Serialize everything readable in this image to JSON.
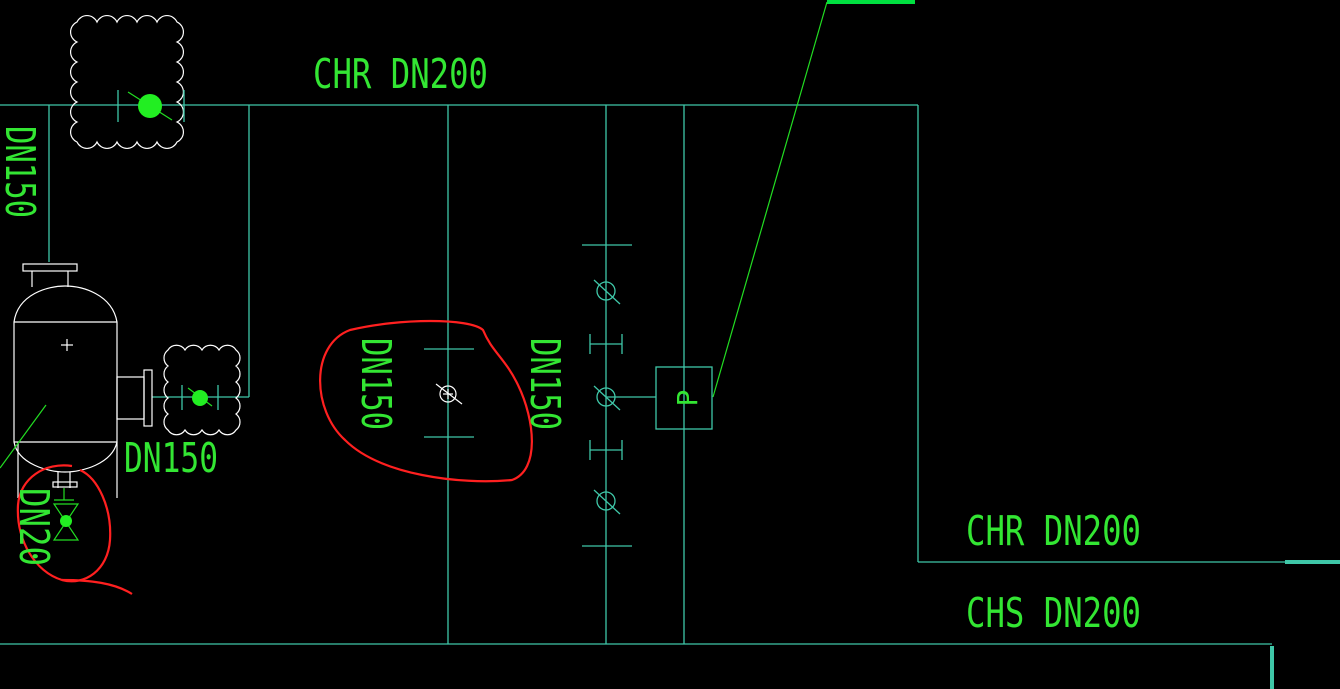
{
  "colors": {
    "background": "#000000",
    "pipe": "#3fc7a8",
    "label": "#33e633",
    "equipment": "#ffffff",
    "markup": "#ff2020",
    "valve_dot": "#22ee22",
    "accent_green": "#00e040"
  },
  "labels": {
    "chr_top": "CHR DN200",
    "chr_right": "CHR DN200",
    "chs_right": "CHS DN200",
    "dn150_left": "DN150",
    "dn150_tank": "DN150",
    "dn150_mid_left": "DN150",
    "dn150_mid_right": "DN150",
    "dn20_drain": "DN20",
    "pump_tag": "P"
  },
  "icons": {
    "tank": "vertical-tank-icon",
    "strainer": "strainer-icon",
    "valve": "butterfly-valve-icon",
    "drain_valve": "drain-valve-icon",
    "pressure_gauge": "pressure-gauge-icon",
    "cloud": "revision-cloud-icon"
  }
}
